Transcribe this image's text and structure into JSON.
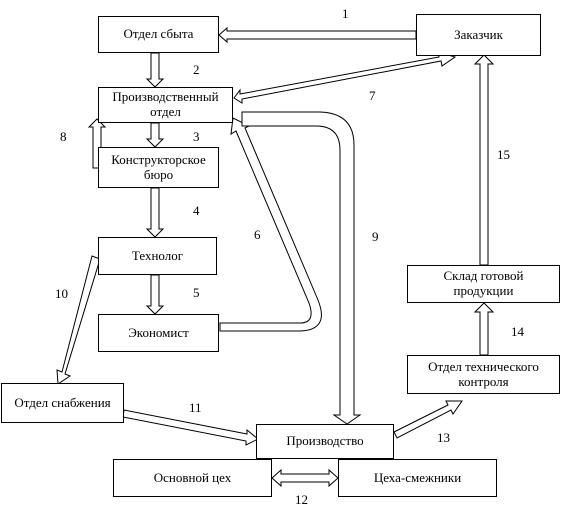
{
  "nodes": {
    "sales": "Отдел сбыта",
    "customer": "Заказчик",
    "production_dept": "Производственный\nотдел",
    "design_bureau": "Конструкторское\nбюро",
    "technologist": "Технолог",
    "economist": "Экономист",
    "supply": "Отдел снабжения",
    "warehouse": "Склад готовой\nпродукции",
    "quality": "Отдел технического\nконтроля",
    "production": "Производство",
    "main_shop": "Основной цех",
    "related_shops": "Цеха-смежники"
  },
  "flow_numbers": {
    "n1": "1",
    "n2": "2",
    "n3": "3",
    "n4": "4",
    "n5": "5",
    "n6": "6",
    "n7": "7",
    "n8": "8",
    "n9": "9",
    "n10": "10",
    "n11": "11",
    "n12": "12",
    "n13": "13",
    "n14": "14",
    "n15": "15"
  }
}
